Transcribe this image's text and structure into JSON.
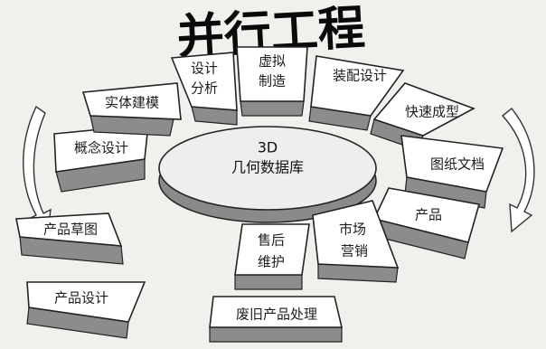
{
  "title": "并行工程",
  "hub": {
    "line1": "3D",
    "line2": "几何数据库"
  },
  "segments": [
    {
      "id": "concept",
      "lines": [
        "概念设计"
      ]
    },
    {
      "id": "solid",
      "lines": [
        "实体建模"
      ]
    },
    {
      "id": "analysis",
      "lines": [
        "设计",
        "分析"
      ]
    },
    {
      "id": "virtual",
      "lines": [
        "虚拟",
        "制造"
      ]
    },
    {
      "id": "assembly",
      "lines": [
        "装配设计"
      ]
    },
    {
      "id": "rapid",
      "lines": [
        "快速成型"
      ]
    },
    {
      "id": "drawings",
      "lines": [
        "图纸文档"
      ]
    },
    {
      "id": "product",
      "lines": [
        "产品"
      ]
    },
    {
      "id": "marketing",
      "lines": [
        "市场",
        "营销"
      ]
    },
    {
      "id": "aftersales",
      "lines": [
        "售后",
        "维护"
      ]
    },
    {
      "id": "recycle",
      "lines": [
        "废旧产品处理"
      ]
    },
    {
      "id": "sketch",
      "lines": [
        "产品草图"
      ]
    },
    {
      "id": "productdesign",
      "lines": [
        "产品设计"
      ]
    }
  ]
}
